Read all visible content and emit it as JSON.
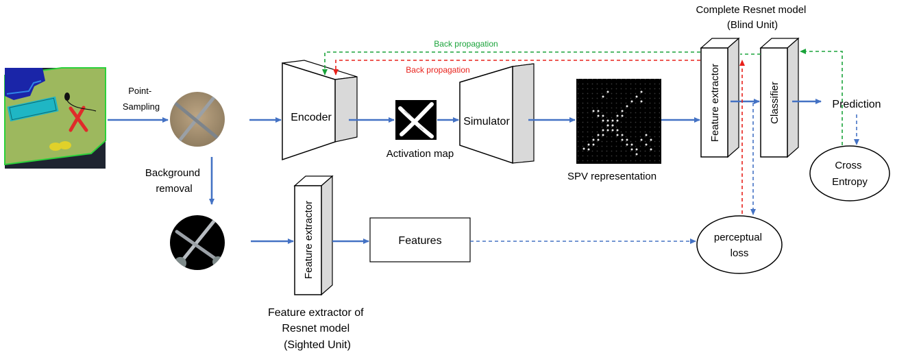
{
  "labels": {
    "point_sampling": [
      "Point-",
      "Sampling"
    ],
    "background_removal": [
      "Background",
      "removal"
    ],
    "encoder": "Encoder",
    "activation_map": "Activation map",
    "simulator": "Simulator",
    "spv_representation": "SPV representation",
    "complete_model": [
      "Complete Resnet model",
      "(Blind Unit)"
    ],
    "feature_extractor": "Feature extractor",
    "classifier": "Classifier",
    "prediction": "Prediction",
    "cross_entropy": [
      "Cross",
      "Entropy"
    ],
    "perceptual_loss": [
      "perceptual",
      "loss"
    ],
    "features": "Features",
    "sighted_unit": [
      "Feature extractor of",
      "Resnet model",
      "(Sighted Unit)"
    ],
    "back_prop_green": "Back propagation",
    "back_prop_red": "Back propagation"
  },
  "colors": {
    "flow_blue": "#4472c4",
    "backprop_green": "#1aa33a",
    "backprop_red": "#e8201a",
    "box_stroke": "#000000",
    "prism_side": "#d9d9d9"
  }
}
